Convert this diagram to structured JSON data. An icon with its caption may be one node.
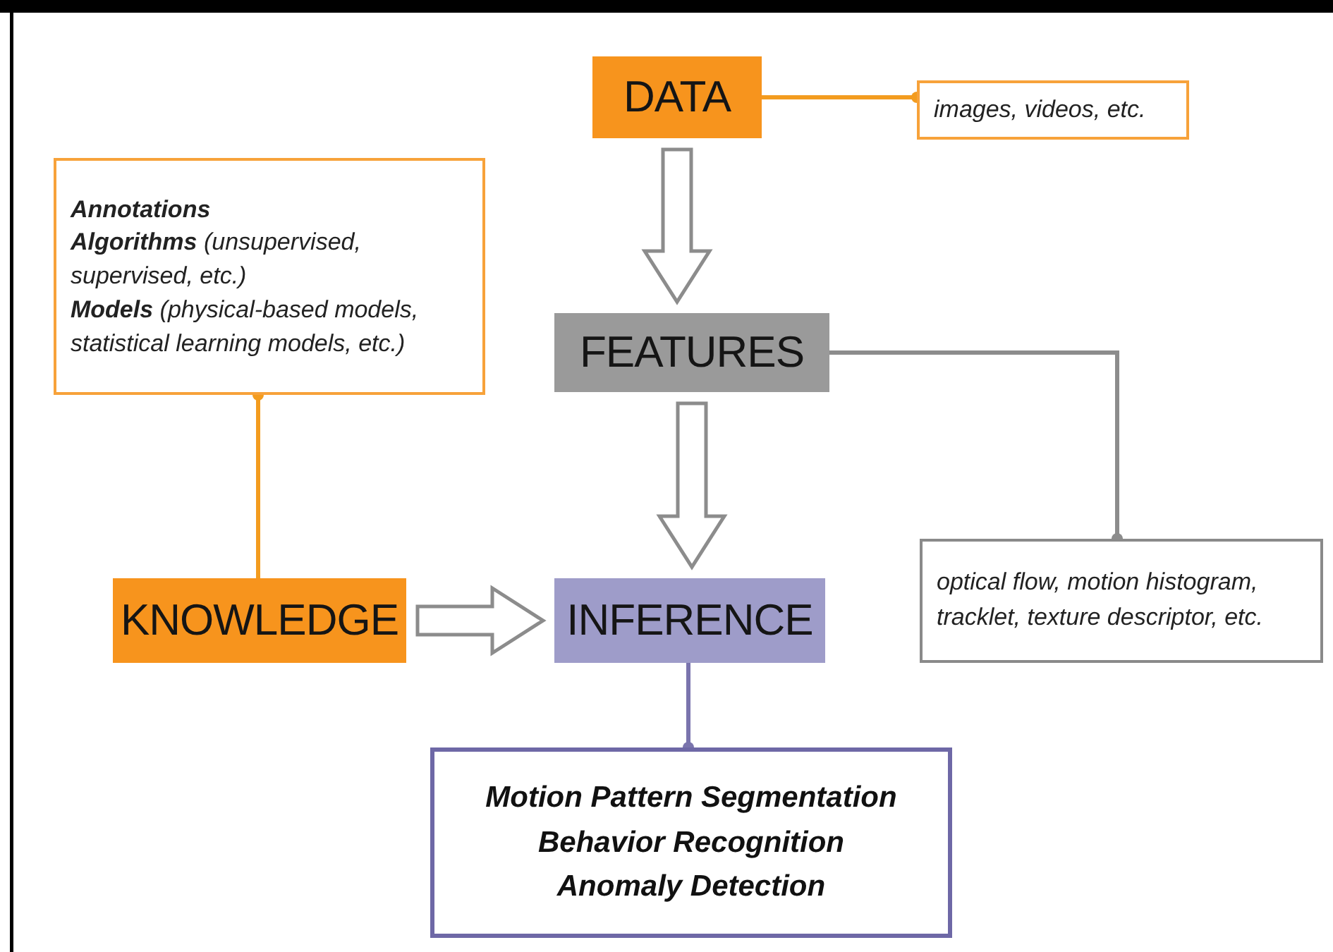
{
  "diagram": {
    "nodes": [
      {
        "text": [
          "DATA"
        ]
      },
      {
        "text": [
          "images, videos, etc."
        ]
      },
      {
        "text": [
          "**Annotations**",
          "**Algorithms** (unsupervised, supervised, etc.)",
          "**Models** (physical-based models, statistical learning models, etc.)"
        ]
      },
      {
        "text": [
          "FEATURES"
        ]
      },
      {
        "text": [
          "optical flow, motion histogram, tracklet, texture descriptor, etc."
        ]
      },
      {
        "text": [
          "KNOWLEDGE"
        ]
      },
      {
        "text": [
          "INFERENCE"
        ]
      },
      {
        "text": [
          "Motion Pattern Segmentation",
          "Behavior Recognition",
          "Anomaly Detection"
        ]
      }
    ],
    "edges": [
      {
        "from": 0,
        "to": 1,
        "arrow": "other",
        "color": "#f39c1f"
      },
      {
        "from": 0,
        "to": 3,
        "arrow": "to",
        "style": "thick"
      },
      {
        "from": 3,
        "to": 4,
        "arrow": "other",
        "color": "#8c8c8c"
      },
      {
        "from": 3,
        "to": 6,
        "arrow": "to",
        "style": "thick"
      },
      {
        "from": 5,
        "to": 2,
        "arrow": "other",
        "color": "#f39c1f"
      },
      {
        "from": 5,
        "to": 6,
        "arrow": "to",
        "style": "thick"
      },
      {
        "from": 6,
        "to": 7,
        "arrow": "other",
        "color": "#7a74ad"
      }
    ]
  }
}
